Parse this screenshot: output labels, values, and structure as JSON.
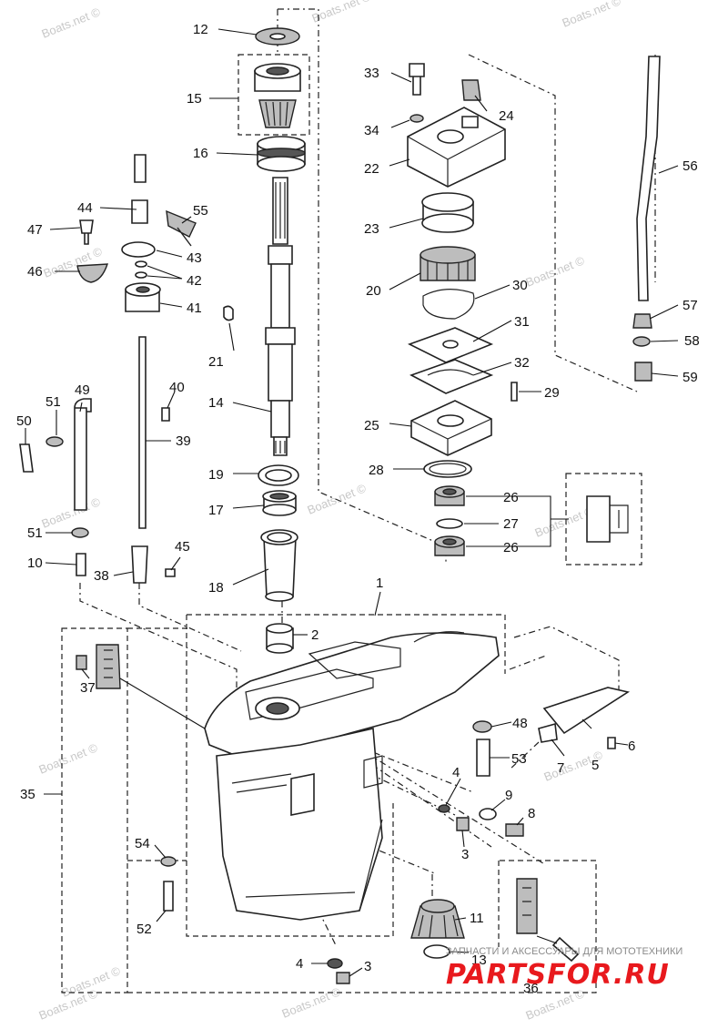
{
  "watermark": {
    "text": "Boats.net ©",
    "shop_tagline": "ЗАПЧАСТИ И АКСЕССУАРЫ ДЛЯ МОТОТЕХНИКИ",
    "shop_logo": "PARTSFOR.RU"
  },
  "part_numbers": {
    "p1": "1",
    "p2": "2",
    "p3a": "3",
    "p3b": "3",
    "p4a": "4",
    "p4b": "4",
    "p5": "5",
    "p6": "6",
    "p7": "7",
    "p8": "8",
    "p9": "9",
    "p10": "10",
    "p11": "11",
    "p12": "12",
    "p13": "13",
    "p14": "14",
    "p15": "15",
    "p16": "16",
    "p17": "17",
    "p18": "18",
    "p19": "19",
    "p20": "20",
    "p21": "21",
    "p22": "22",
    "p23": "23",
    "p24": "24",
    "p25": "25",
    "p26a": "26",
    "p26b": "26",
    "p27": "27",
    "p28": "28",
    "p29": "29",
    "p30": "30",
    "p31": "31",
    "p32": "32",
    "p33": "33",
    "p34": "34",
    "p35": "35",
    "p36": "36",
    "p37": "37",
    "p38": "38",
    "p39": "39",
    "p40": "40",
    "p41": "41",
    "p42": "42",
    "p43": "43",
    "p44": "44",
    "p45": "45",
    "p46": "46",
    "p47": "47",
    "p48": "48",
    "p49": "49",
    "p50": "50",
    "p51a": "51",
    "p51b": "51",
    "p52": "52",
    "p53": "53",
    "p54": "54",
    "p55": "55",
    "p56": "56",
    "p57": "57",
    "p58": "58",
    "p59": "59"
  }
}
